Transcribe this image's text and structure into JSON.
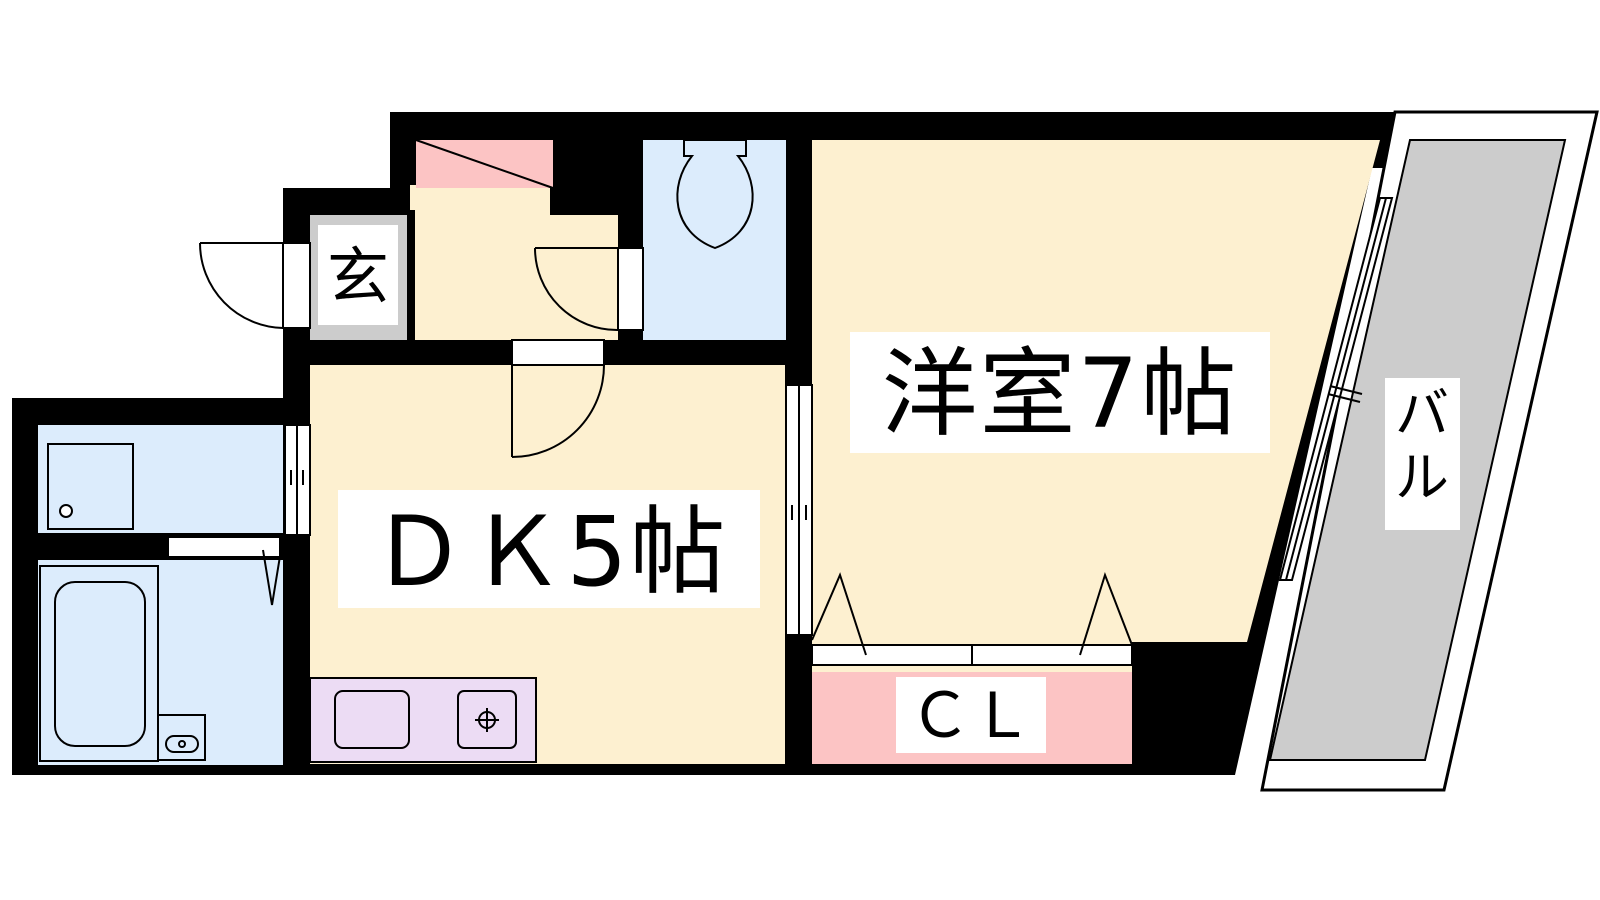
{
  "rooms": {
    "western": "洋室7帖",
    "dk": "ＤＫ5帖",
    "entrance": "玄",
    "closet": "ＣＬ",
    "balcony": "バル"
  },
  "colors": {
    "wall": "#000000",
    "room": "#fdf0d0",
    "wet": "#dcecfc",
    "closet": "#fcc4c4",
    "kitchen": "#ecdcf4",
    "entrance": "#cccccc",
    "balcony": "#cccccc",
    "background": "#ffffff"
  }
}
